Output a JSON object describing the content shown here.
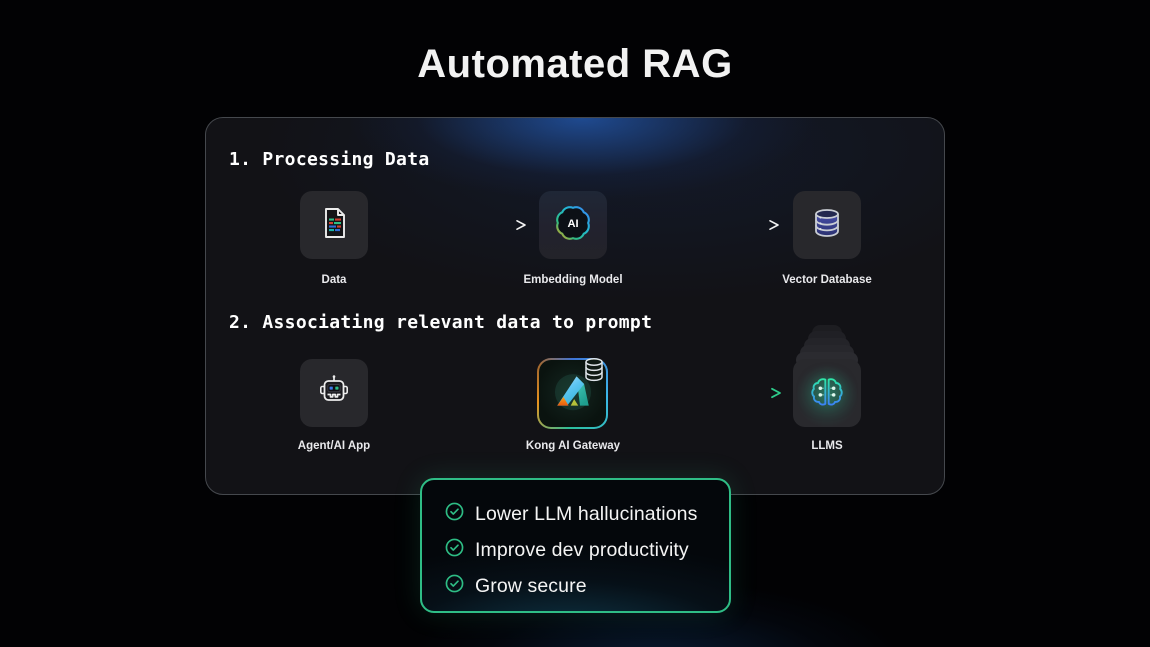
{
  "title": "Automated RAG",
  "ai_badge_label": "AI",
  "diagram": {
    "sections": [
      {
        "heading": "1. Processing Data",
        "nodes": [
          {
            "label": "Data",
            "icon": "document-code-icon"
          },
          {
            "label": "Embedding Model",
            "icon": "ai-badge-icon"
          },
          {
            "label": "Vector Database",
            "icon": "vector-database-icon"
          }
        ]
      },
      {
        "heading": "2. Associating relevant data to prompt",
        "nodes": [
          {
            "label": "Agent/AI App",
            "icon": "robot-icon"
          },
          {
            "label": "Kong AI Gateway",
            "icon": "kong-gateway-icon"
          },
          {
            "label": "LLMS",
            "icon": "brain-icon"
          }
        ]
      }
    ]
  },
  "benefits": [
    "Lower LLM hallucinations",
    "Improve dev productivity",
    "Grow secure"
  ],
  "colors": {
    "accent_green": "#2ebd85",
    "accent_blue": "#3b82f6",
    "accent_orange": "#f59e0b",
    "arrow_white": "#f2f2f2",
    "panel_border": "#45484d",
    "background": "#020204"
  }
}
